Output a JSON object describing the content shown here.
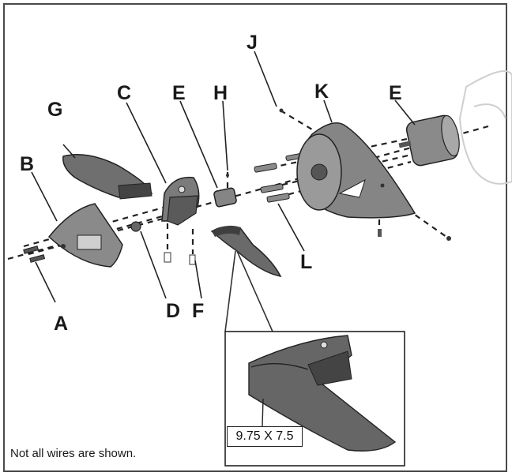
{
  "labels": {
    "a": "A",
    "b": "B",
    "c": "C",
    "d": "D",
    "e1": "E",
    "e2": "E",
    "f": "F",
    "g": "G",
    "h": "H",
    "j": "J",
    "k": "K",
    "l": "L"
  },
  "inset_dimension": "9.75 X 7.5",
  "caption": "Not all wires are shown.",
  "colors": {
    "part_fill": "#777777",
    "part_dark": "#4d4d4d",
    "line": "#222222"
  }
}
